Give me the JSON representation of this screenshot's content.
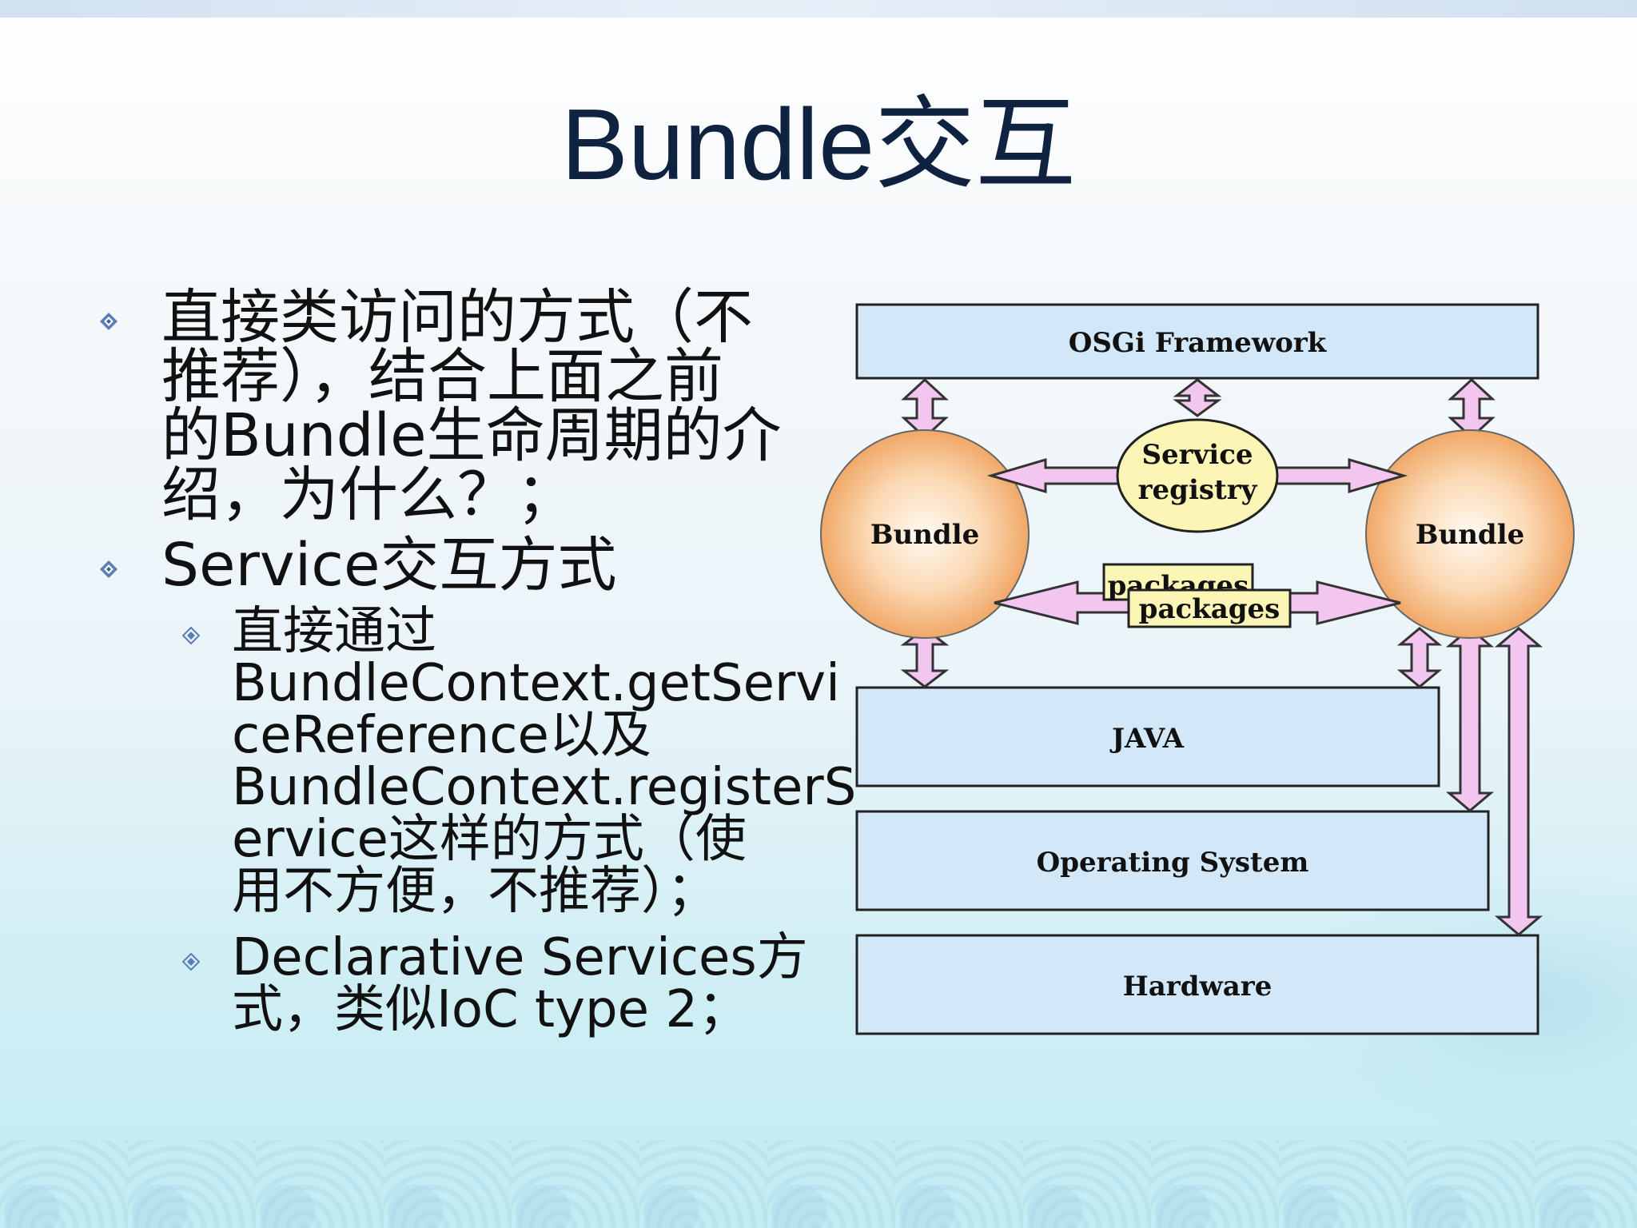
{
  "title": "Bundle交互",
  "bullets": [
    {
      "lines": [
        "直接类访问的方式（不",
        "推荐），结合上面之前",
        "的Bundle生命周期的介",
        "绍，为什么？；"
      ]
    },
    {
      "lines": [
        "Service交互方式"
      ],
      "children": [
        {
          "lines": [
            "直接通过",
            "BundleContext.getServi",
            "ceReference以及",
            "BundleContext.registerS",
            "ervice这样的方式（使",
            "用不方便，不推荐）；"
          ]
        },
        {
          "lines": [
            "Declarative Services方",
            "式，类似IoC type 2；"
          ]
        }
      ]
    }
  ],
  "diagram": {
    "framework": "OSGi Framework",
    "registry_line1": "Service",
    "registry_line2": "registry",
    "bundle_left": "Bundle",
    "bundle_right": "Bundle",
    "packages_back": "packages",
    "packages_front": "packages",
    "java": "JAVA",
    "os": "Operating System",
    "hardware": "Hardware"
  },
  "colors": {
    "title": "#0f2340",
    "layer_fill": "#d2e8f8",
    "arrow_fill": "#f3c6ef",
    "registry_fill": "#fbf5b6",
    "package_fill": "#fbf5b6",
    "bundle_center": "#fffaf2",
    "bundle_edge": "#f0a868"
  }
}
